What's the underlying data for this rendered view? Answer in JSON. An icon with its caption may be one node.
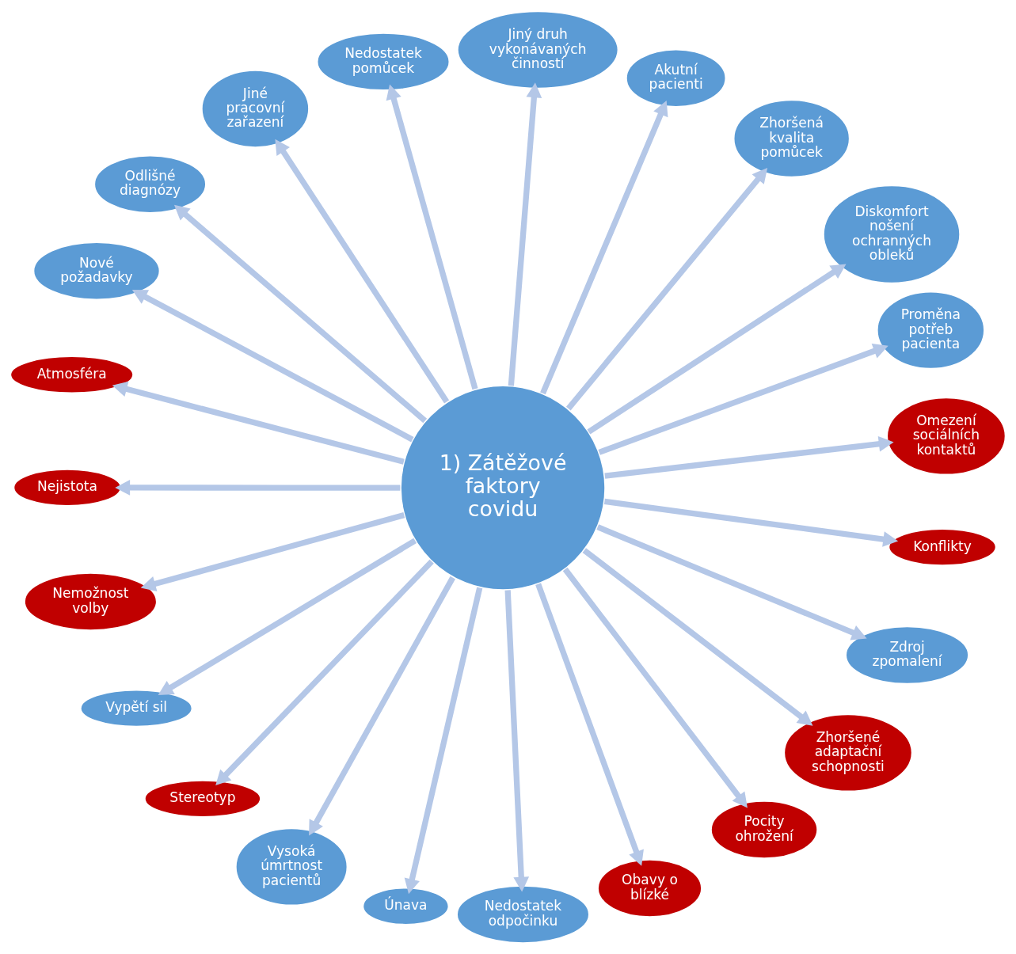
{
  "diagram": {
    "nodes": [
      {
        "text": [
          "1) Zátěžové faktory covidu"
        ]
      },
      {
        "text": [
          "Omezení sociálních kontaktů"
        ]
      },
      {
        "text": [
          "Proměna potřeb pacienta"
        ]
      },
      {
        "text": [
          "Diskomfort nošení ochranných obleků"
        ]
      },
      {
        "text": [
          "Zhoršená kvalita pomůcek"
        ]
      },
      {
        "text": [
          "Akutní pacienti"
        ]
      },
      {
        "text": [
          "Jiný druh vykonávaných činností"
        ]
      },
      {
        "text": [
          "Nedostatek pomůcek"
        ]
      },
      {
        "text": [
          "Jiné pracovní zařazení"
        ]
      },
      {
        "text": [
          "Odlišné diagnózy"
        ]
      },
      {
        "text": [
          "Nové požadavky"
        ]
      },
      {
        "text": [
          "Atmosféra"
        ]
      },
      {
        "text": [
          "Nejistota"
        ]
      },
      {
        "text": [
          "Nemožnost volby"
        ]
      },
      {
        "text": [
          "Vypětí sil"
        ]
      },
      {
        "text": [
          "Stereotyp"
        ]
      },
      {
        "text": [
          "Vysoká úmrtnost pacientů"
        ]
      },
      {
        "text": [
          "Únava"
        ]
      },
      {
        "text": [
          "Nedostatek odpočinku"
        ]
      },
      {
        "text": [
          "Obavy o blízké"
        ]
      },
      {
        "text": [
          "Pocity ohrožení"
        ]
      },
      {
        "text": [
          "Zhoršené adaptační schopnosti"
        ]
      },
      {
        "text": [
          "Zdroj zpomalení"
        ]
      },
      {
        "text": [
          "Konflikty"
        ]
      }
    ],
    "edges": [
      {
        "from": 0,
        "to": 1,
        "arrow": "to"
      },
      {
        "from": 0,
        "to": 2,
        "arrow": "to"
      },
      {
        "from": 0,
        "to": 3,
        "arrow": "to"
      },
      {
        "from": 0,
        "to": 4,
        "arrow": "to"
      },
      {
        "from": 0,
        "to": 5,
        "arrow": "to"
      },
      {
        "from": 0,
        "to": 6,
        "arrow": "to"
      },
      {
        "from": 0,
        "to": 7,
        "arrow": "to"
      },
      {
        "from": 0,
        "to": 8,
        "arrow": "to"
      },
      {
        "from": 0,
        "to": 9,
        "arrow": "to"
      },
      {
        "from": 0,
        "to": 10,
        "arrow": "to"
      },
      {
        "from": 0,
        "to": 11,
        "arrow": "to"
      },
      {
        "from": 0,
        "to": 12,
        "arrow": "to"
      },
      {
        "from": 0,
        "to": 13,
        "arrow": "to"
      },
      {
        "from": 0,
        "to": 14,
        "arrow": "to"
      },
      {
        "from": 0,
        "to": 15,
        "arrow": "to"
      },
      {
        "from": 0,
        "to": 16,
        "arrow": "to"
      },
      {
        "from": 0,
        "to": 17,
        "arrow": "to"
      },
      {
        "from": 0,
        "to": 18,
        "arrow": "to"
      },
      {
        "from": 0,
        "to": 19,
        "arrow": "to"
      },
      {
        "from": 0,
        "to": 20,
        "arrow": "to"
      },
      {
        "from": 0,
        "to": 21,
        "arrow": "to"
      },
      {
        "from": 0,
        "to": 22,
        "arrow": "to"
      },
      {
        "from": 0,
        "to": 23,
        "arrow": "to"
      }
    ]
  }
}
